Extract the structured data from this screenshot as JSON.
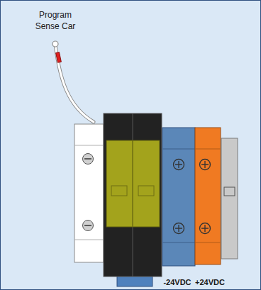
{
  "diagram": {
    "labels": [
      "Program Sense Car",
      "-24VDC",
      "+24VDC"
    ]
  }
}
